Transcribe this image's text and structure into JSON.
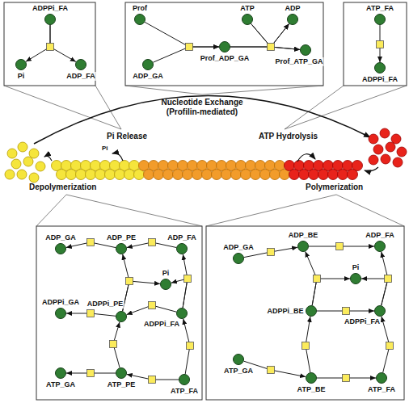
{
  "diagram": {
    "nodes": [
      {
        "text": [
          "ADPPi_FA"
        ]
      },
      {
        "text": [
          "Pi"
        ]
      },
      {
        "text": [
          "ADP_FA"
        ]
      },
      {
        "text": [
          "Prof"
        ]
      },
      {
        "text": [
          "ADP_GA"
        ]
      },
      {
        "text": [
          "Prof_ADP_GA"
        ]
      },
      {
        "text": [
          "ATP"
        ]
      },
      {
        "text": [
          "ADP"
        ]
      },
      {
        "text": [
          "Prof_ATP_GA"
        ]
      },
      {
        "text": [
          "ATP_FA"
        ]
      },
      {
        "text": [
          "ADPPi_FA"
        ]
      },
      {
        "text": [
          "ADP_GA"
        ]
      },
      {
        "text": [
          "ADP_PE"
        ]
      },
      {
        "text": [
          "ADP_FA"
        ]
      },
      {
        "text": [
          "Pi"
        ]
      },
      {
        "text": [
          "ADPPi_GA"
        ]
      },
      {
        "text": [
          "ADPPi_PE"
        ]
      },
      {
        "text": [
          "ADPPi_FA"
        ]
      },
      {
        "text": [
          "ATP_GA"
        ]
      },
      {
        "text": [
          "ATP_PE"
        ]
      },
      {
        "text": [
          "ATP_FA"
        ]
      },
      {
        "text": [
          "ADP_GA"
        ]
      },
      {
        "text": [
          "ADP_BE"
        ]
      },
      {
        "text": [
          "ADP_FA"
        ]
      },
      {
        "text": [
          "Pi"
        ]
      },
      {
        "text": [
          "ADPPi_BE"
        ]
      },
      {
        "text": [
          "ADPPi_FA"
        ]
      },
      {
        "text": [
          "ATP_GA"
        ]
      },
      {
        "text": [
          "ATP_BE"
        ]
      },
      {
        "text": [
          "ATP_FA"
        ]
      }
    ],
    "edges": [
      {
        "from": 0,
        "to": 1,
        "arrow": "to"
      },
      {
        "from": 0,
        "to": 2,
        "arrow": "to"
      },
      {
        "from": 3,
        "to": 5,
        "arrow": "to"
      },
      {
        "from": 4,
        "to": 5,
        "arrow": "to"
      },
      {
        "from": 5,
        "to": 7,
        "arrow": "to"
      },
      {
        "from": 5,
        "to": 8,
        "arrow": "to"
      },
      {
        "from": 6,
        "to": 7,
        "arrow": "to"
      },
      {
        "from": 6,
        "to": 8,
        "arrow": "to"
      },
      {
        "from": 9,
        "to": 10,
        "arrow": "to"
      },
      {
        "from": 12,
        "to": 11,
        "arrow": "to"
      },
      {
        "from": 16,
        "to": 15,
        "arrow": "to"
      },
      {
        "from": 19,
        "to": 18,
        "arrow": "to"
      },
      {
        "from": 13,
        "to": 12,
        "arrow": "to"
      },
      {
        "from": 17,
        "to": 16,
        "arrow": "to"
      },
      {
        "from": 20,
        "to": 19,
        "arrow": "to"
      },
      {
        "from": 19,
        "to": 16,
        "arrow": "to"
      },
      {
        "from": 16,
        "to": 12,
        "arrow": "to"
      },
      {
        "from": 16,
        "to": 14,
        "arrow": "to"
      },
      {
        "from": 20,
        "to": 17,
        "arrow": "to"
      },
      {
        "from": 17,
        "to": 13,
        "arrow": "to"
      },
      {
        "from": 17,
        "to": 14,
        "arrow": "to"
      },
      {
        "from": 27,
        "to": 28,
        "arrow": "to"
      },
      {
        "from": 21,
        "to": 22,
        "arrow": "to"
      },
      {
        "from": 28,
        "to": 29,
        "arrow": "to"
      },
      {
        "from": 25,
        "to": 26,
        "arrow": "to"
      },
      {
        "from": 22,
        "to": 23,
        "arrow": "to"
      },
      {
        "from": 28,
        "to": 25,
        "arrow": "to"
      },
      {
        "from": 25,
        "to": 22,
        "arrow": "to"
      },
      {
        "from": 25,
        "to": 24,
        "arrow": "to"
      },
      {
        "from": 29,
        "to": 26,
        "arrow": "to"
      },
      {
        "from": 26,
        "to": 23,
        "arrow": "to"
      },
      {
        "from": 26,
        "to": 24,
        "arrow": "to"
      }
    ],
    "labels": [
      "Nucleotide Exchange (Profilin-mediated)",
      "Pi Release",
      "ATP Hydrolysis",
      "Pi",
      "Depolymerization",
      "Polymerization"
    ]
  }
}
